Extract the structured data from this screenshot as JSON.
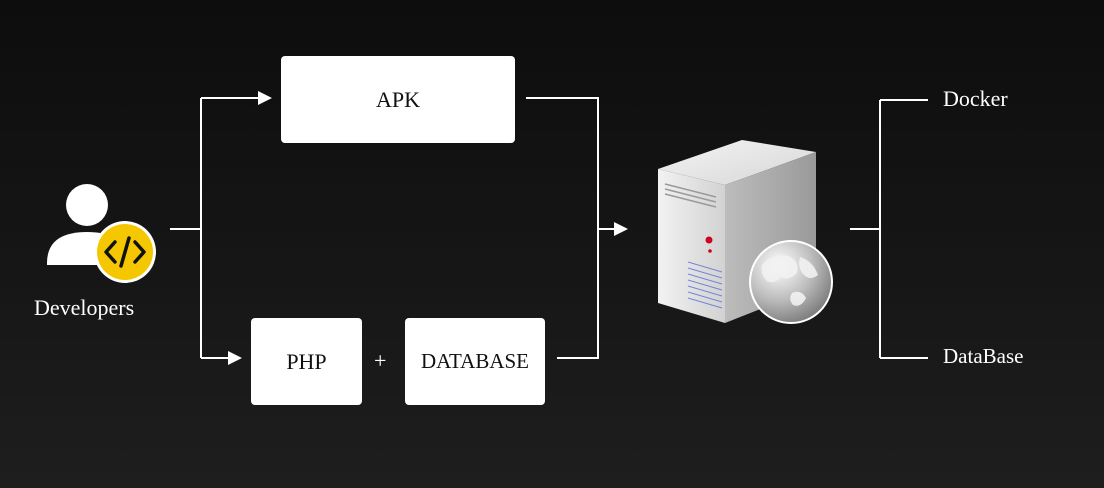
{
  "developer": {
    "label": "Developers",
    "icon": "developer-code-icon"
  },
  "boxes": {
    "apk": "APK",
    "php": "PHP",
    "database": "DATABASE"
  },
  "plus": "+",
  "server": {
    "icon": "web-server-icon"
  },
  "outputs": {
    "docker": "Docker",
    "database": "DataBase"
  },
  "colors": {
    "background": "#111111",
    "line": "#ffffff",
    "badge": "#f5c700"
  }
}
